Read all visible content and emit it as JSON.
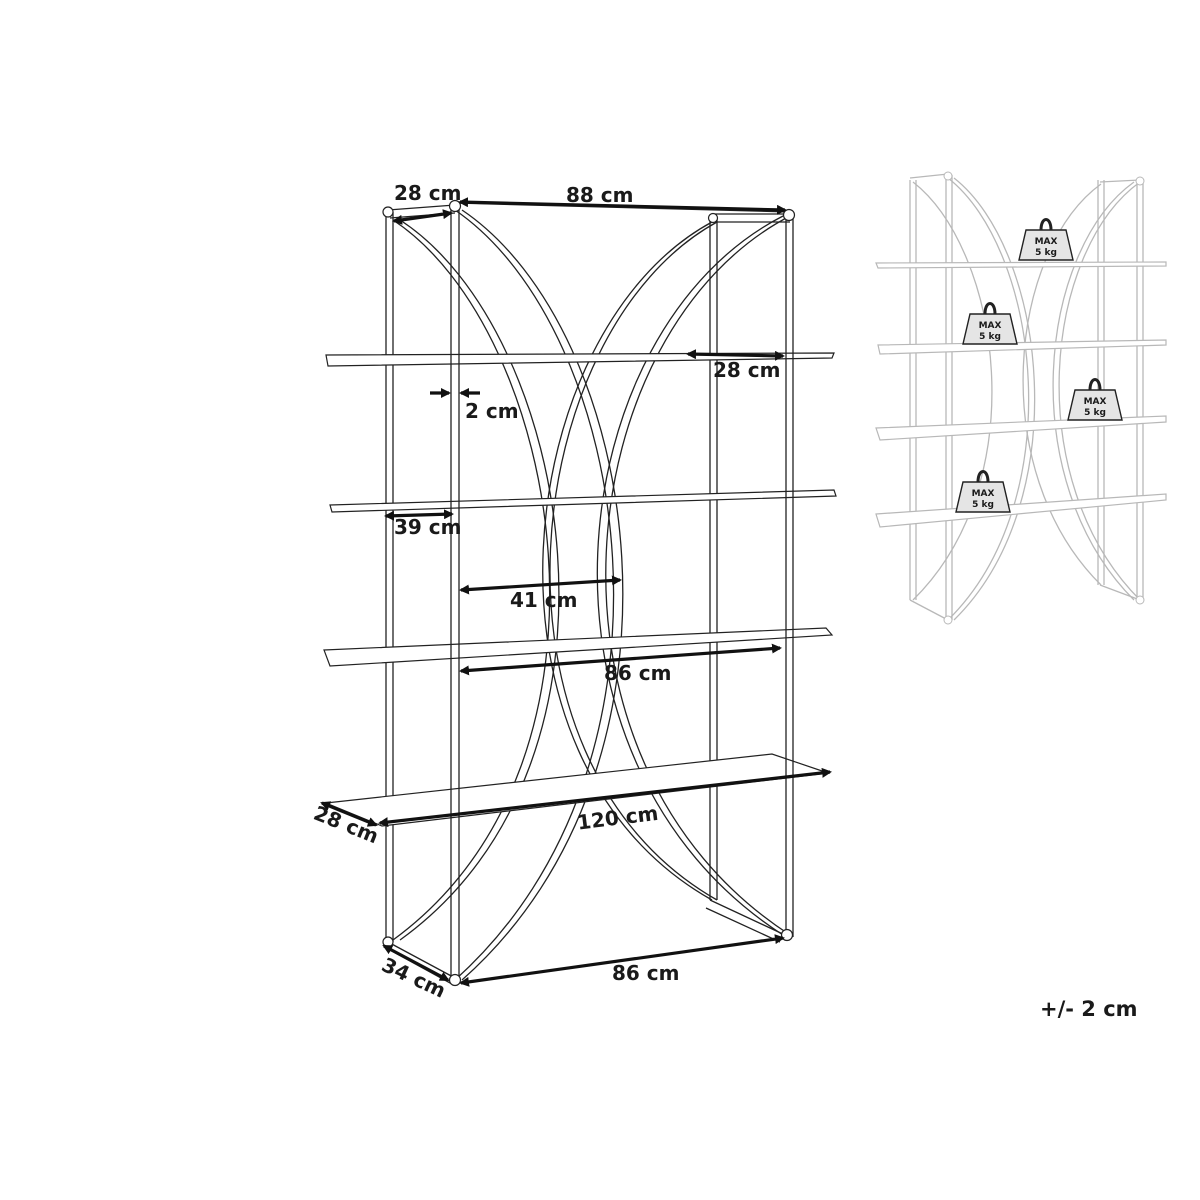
{
  "dimensions": {
    "top_depth": "28 cm",
    "top_width": "88 cm",
    "shelf_depth_right": "28 cm",
    "tube_diameter": "2 cm",
    "middle_depth": "39 cm",
    "inner_width": "41 cm",
    "shelf_inner_width": "86 cm",
    "shelf_length": "120 cm",
    "shelf_depth_front": "28 cm",
    "base_depth": "34 cm",
    "base_width": "86 cm"
  },
  "load_labels": [
    {
      "max": "MAX",
      "weight": "5 kg"
    },
    {
      "max": "MAX",
      "weight": "5 kg"
    },
    {
      "max": "MAX",
      "weight": "5 kg"
    },
    {
      "max": "MAX",
      "weight": "5 kg"
    }
  ],
  "tolerance": "+/- 2 cm"
}
